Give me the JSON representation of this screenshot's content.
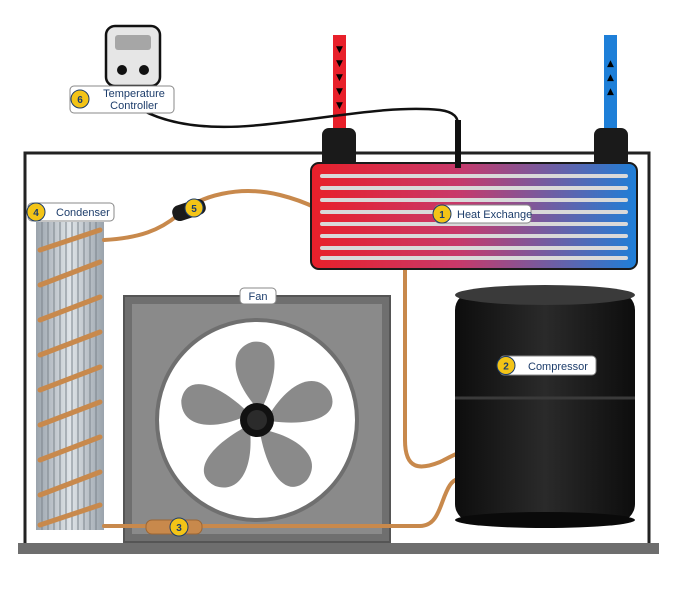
{
  "labels": {
    "heat_exchange": {
      "num": "1",
      "text": "Heat Exchange"
    },
    "compressor": {
      "num": "2",
      "text": "Compressor"
    },
    "expansion": {
      "num": "3"
    },
    "condenser": {
      "num": "4",
      "text": "Condenser"
    },
    "dryer": {
      "num": "5"
    },
    "controller": {
      "num": "6",
      "text_line1": "Temperature",
      "text_line2": "Controller"
    },
    "fan": {
      "text": "Fan"
    }
  },
  "icons": {
    "down_arrow": "▼",
    "up_arrow": "▲"
  },
  "colors": {
    "badge": "#f3c417",
    "copper": "#c8894c",
    "hot": "#e8202a",
    "cold": "#1e7fd8",
    "frame": "#222222",
    "fan_bg": "#8a8a8a",
    "fan_housing": "#6f6f6f",
    "compressor": "#1b1b1b"
  }
}
